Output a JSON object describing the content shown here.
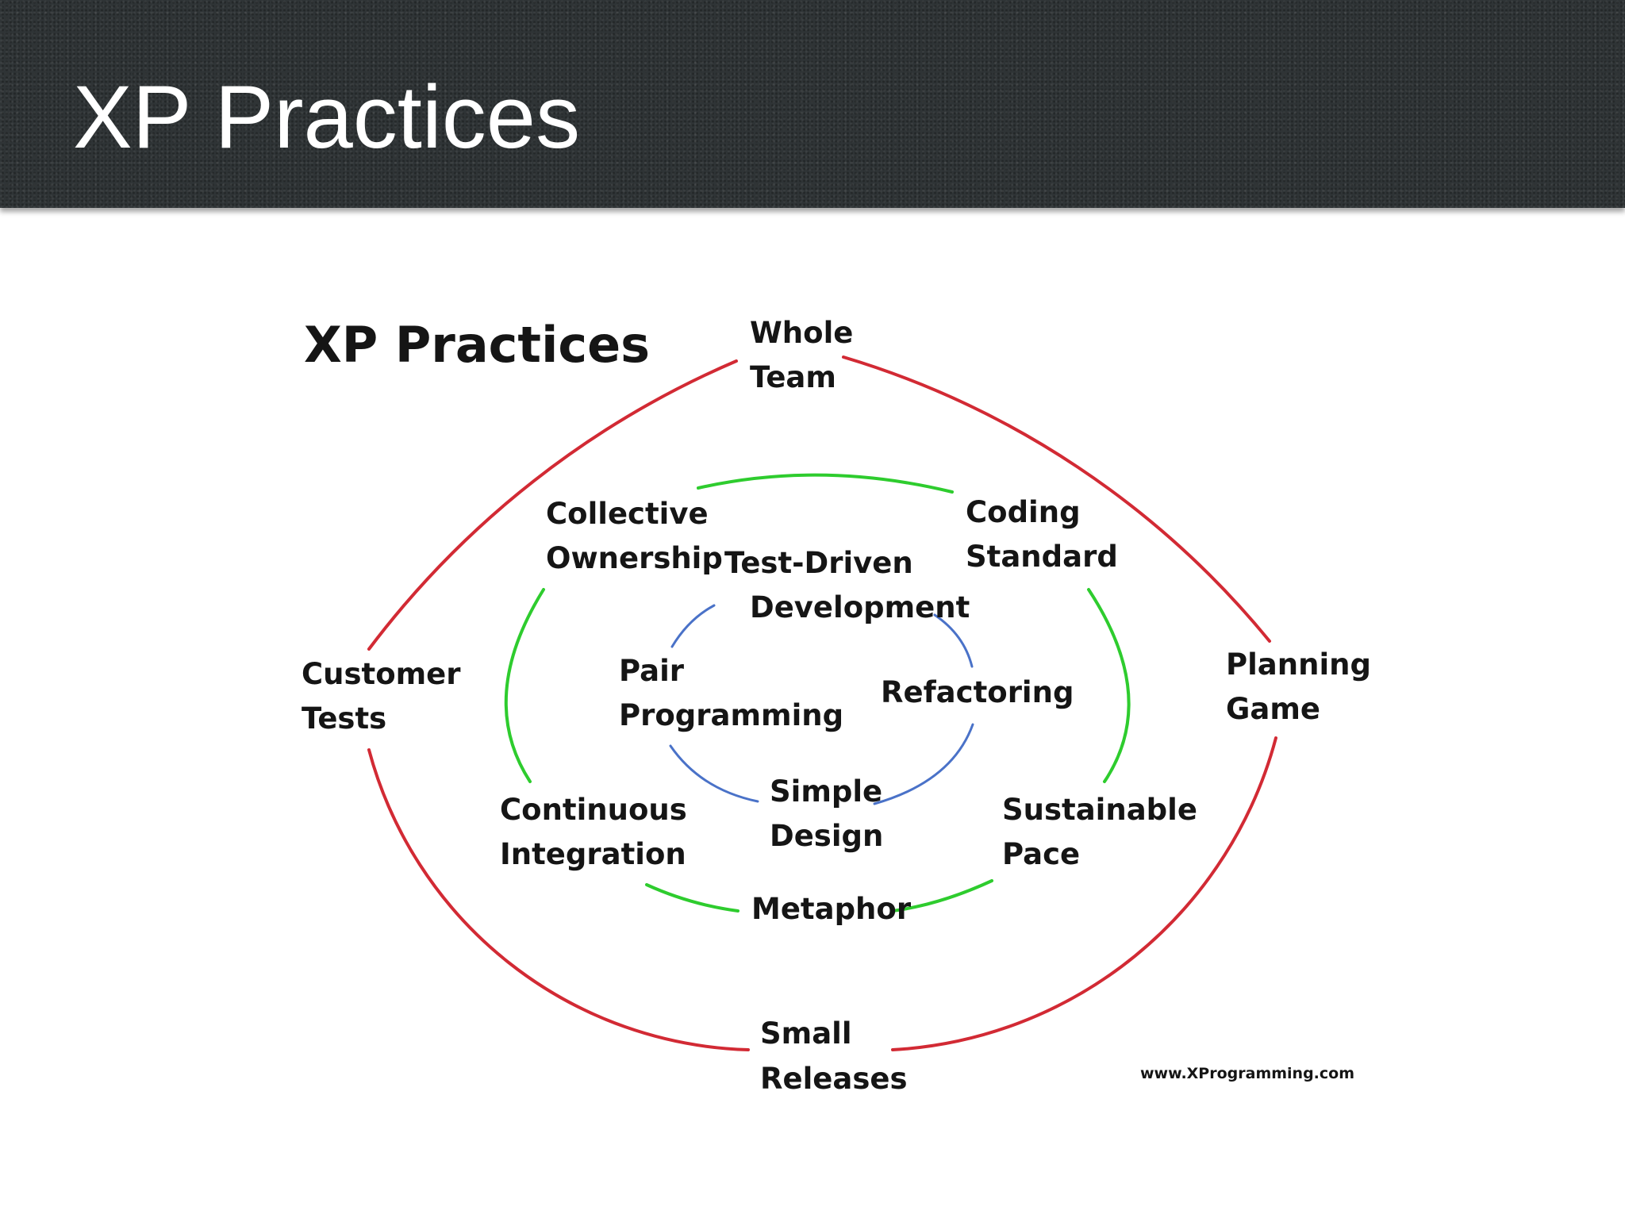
{
  "slide": {
    "title": "XP Practices"
  },
  "diagram": {
    "title": "XP Practices",
    "credit": "www.XProgramming.com",
    "colors": {
      "outer_ring": "#d22a34",
      "middle_ring": "#2ecc2e",
      "inner_ring": "#4a72c8",
      "header_bg": "#2f3436"
    },
    "outer_ring": [
      {
        "id": "whole-team",
        "lines": [
          "Whole",
          "Team"
        ]
      },
      {
        "id": "planning-game",
        "lines": [
          "Planning",
          "Game"
        ]
      },
      {
        "id": "small-releases",
        "lines": [
          "Small",
          "Releases"
        ]
      },
      {
        "id": "customer-tests",
        "lines": [
          "Customer",
          "Tests"
        ]
      }
    ],
    "middle_ring": [
      {
        "id": "collective-ownership",
        "lines": [
          "Collective",
          "Ownership"
        ]
      },
      {
        "id": "coding-standard",
        "lines": [
          "Coding",
          "Standard"
        ]
      },
      {
        "id": "sustainable-pace",
        "lines": [
          "Sustainable",
          "Pace"
        ]
      },
      {
        "id": "metaphor",
        "lines": [
          "Metaphor"
        ]
      },
      {
        "id": "continuous-integration",
        "lines": [
          "Continuous",
          "Integration"
        ]
      }
    ],
    "inner_ring": [
      {
        "id": "test-driven-development",
        "lines": [
          "Test-Driven",
          "Development"
        ]
      },
      {
        "id": "refactoring",
        "lines": [
          "Refactoring"
        ]
      },
      {
        "id": "simple-design",
        "lines": [
          "Simple",
          "Design"
        ]
      },
      {
        "id": "pair-programming",
        "lines": [
          "Pair",
          "Programming"
        ]
      }
    ]
  }
}
